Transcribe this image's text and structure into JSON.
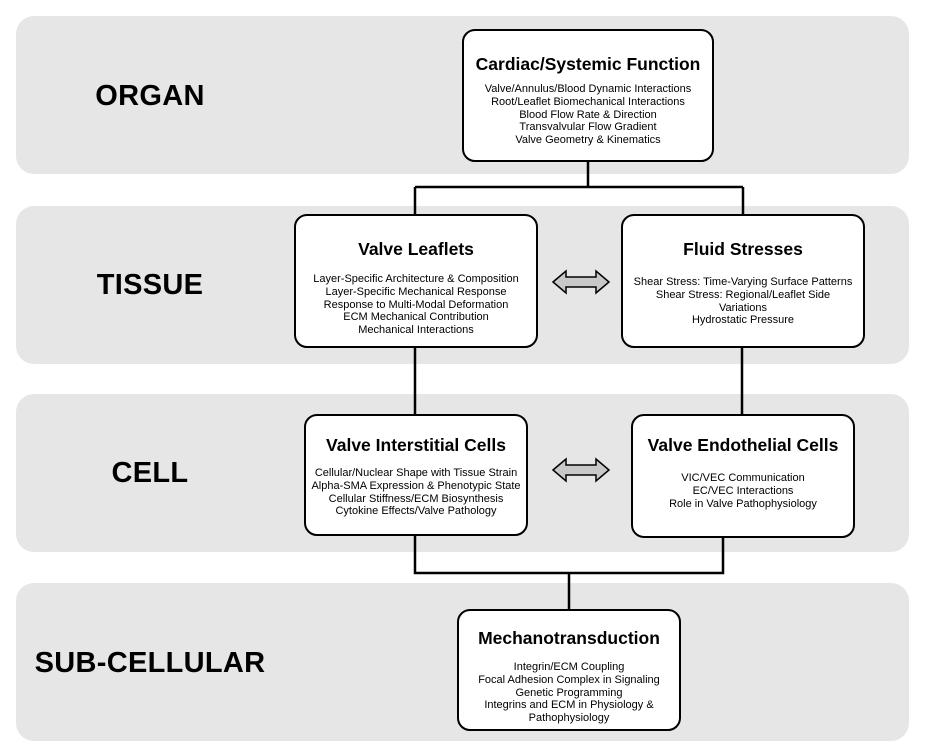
{
  "levels": [
    {
      "id": "organ",
      "label": "ORGAN"
    },
    {
      "id": "tissue",
      "label": "TISSUE"
    },
    {
      "id": "cell",
      "label": "CELL"
    },
    {
      "id": "subcellular",
      "label": "SUB-CELLULAR"
    }
  ],
  "boxes": {
    "cardiac": {
      "title": "Cardiac/Systemic Function",
      "items": [
        "Valve/Annulus/Blood Dynamic Interactions",
        "Root/Leaflet Biomechanical Interactions",
        "Blood Flow Rate & Direction",
        "Transvalvular Flow Gradient",
        "Valve Geometry & Kinematics"
      ]
    },
    "leaflets": {
      "title": "Valve Leaflets",
      "items": [
        "Layer-Specific Architecture & Composition",
        "Layer-Specific Mechanical Response",
        "Response to Multi-Modal Deformation",
        "ECM Mechanical Contribution",
        "Mechanical Interactions"
      ]
    },
    "fluid": {
      "title": "Fluid Stresses",
      "items": [
        "Shear Stress: Time-Varying Surface Patterns",
        "Shear Stress: Regional/Leaflet Side",
        "Variations",
        "Hydrostatic Pressure"
      ]
    },
    "vic": {
      "title": "Valve Interstitial Cells",
      "items": [
        "Cellular/Nuclear Shape with Tissue Strain",
        "Alpha-SMA Expression & Phenotypic State",
        "Cellular Stiffness/ECM Biosynthesis",
        "Cytokine Effects/Valve Pathology"
      ]
    },
    "vec": {
      "title": "Valve Endothelial Cells",
      "items": [
        "VIC/VEC Communication",
        "EC/VEC Interactions",
        "Role in Valve Pathophysiology"
      ]
    },
    "mechano": {
      "title": "Mechanotransduction",
      "items": [
        "Integrin/ECM Coupling",
        "Focal Adhesion Complex in Signaling",
        "Genetic Programming",
        "Integrins and ECM in Physiology &",
        "Pathophysiology"
      ]
    }
  },
  "colors": {
    "band": "#e6e6e6",
    "arrow_fill": "#c8c8c8",
    "stroke": "#000000"
  }
}
